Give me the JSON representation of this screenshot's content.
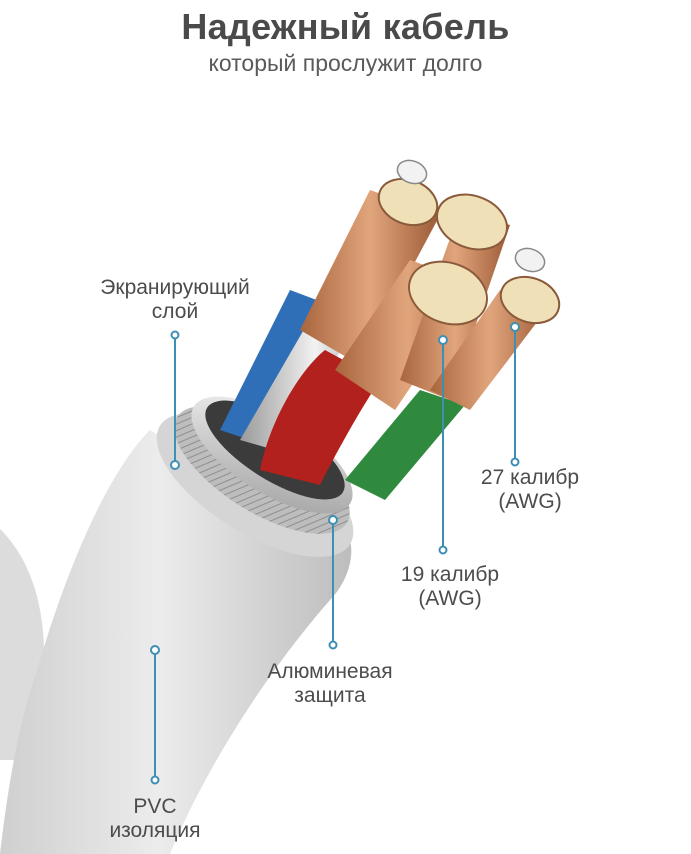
{
  "header": {
    "title": "Надежный кабель",
    "subtitle": "который прослужит долго"
  },
  "labels": {
    "shield": "Экранирующий\nслой",
    "awg27": "27 калибр\n(AWG)",
    "awg19": "19 калибр\n(AWG)",
    "aluminum": "Алюминевая\nзащита",
    "pvc": "PVC\nизоляция"
  },
  "colors": {
    "pointer": "#3f8fb5",
    "jacket": "#e2e2e2",
    "copper": "#c8835a",
    "blue_wire": "#2f6fb8",
    "red_wire": "#b3211e",
    "green_wire": "#2f8a3e"
  }
}
